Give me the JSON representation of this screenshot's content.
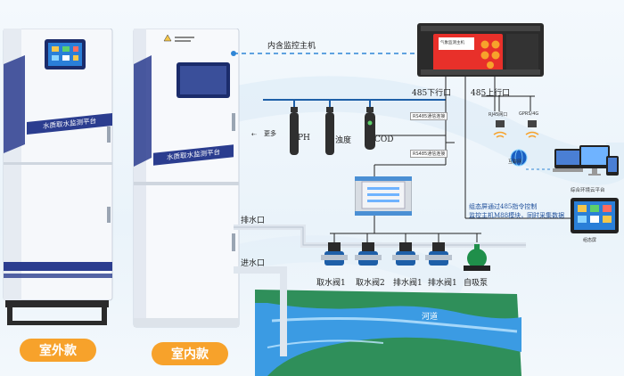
{
  "main_unit": {
    "label": "内含监控主机",
    "device_title": "气象监测主机"
  },
  "ports": {
    "down": "485下行口",
    "up": "485上行口"
  },
  "outdoor_cabinet": {
    "panel_title": "水质取水监测平台",
    "badge": "室外款"
  },
  "indoor_cabinet": {
    "panel_title": "水质取水监测平台",
    "badge": "室内款"
  },
  "sensors": {
    "more": "更多",
    "ph": "PH",
    "turbidity": "浊度",
    "cod": "COD"
  },
  "transmitters": {
    "t1": "RS485通信连接",
    "t2": "RS485通信连接"
  },
  "wireless": {
    "rj45": "RJ45网口",
    "gprs": "GPRS/4G",
    "internet": "互联网"
  },
  "platform": {
    "label": "综合环境云平台"
  },
  "note": {
    "line1": "组态屏通过485指令控制",
    "line2": "监控主机M88模块，同时采集数据"
  },
  "hmi": {
    "label": "组态屏"
  },
  "pipes": {
    "drain_port": "排水口",
    "inlet_port": "进水口"
  },
  "valves": [
    {
      "label": "取水阀1"
    },
    {
      "label": "取水阀2"
    },
    {
      "label": "排水阀1"
    },
    {
      "label": "排水阀1"
    },
    {
      "label": "自吸泵"
    }
  ],
  "river": {
    "label": "河道"
  },
  "colors": {
    "accent": "#f7a22b",
    "pipe_blue": "#2f86d6",
    "device_red": "#e8302a",
    "navy": "#2b3d8f"
  }
}
